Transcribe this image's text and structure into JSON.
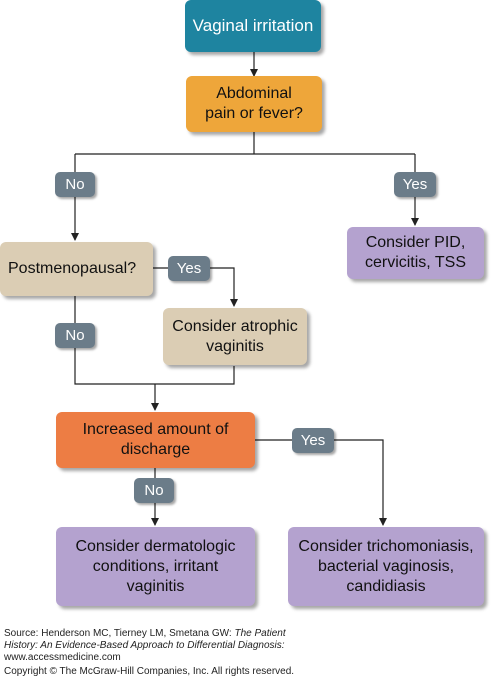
{
  "colors": {
    "start": "#1e84a0",
    "decision_orange": "#eea63a",
    "decision_tan": "#dbcdb4",
    "decision_red": "#ed7d44",
    "outcome_purple": "#b4a2cf",
    "tag_gray": "#6b7c89",
    "line": "#222222"
  },
  "nodes": {
    "vaginal_irritation": "Vaginal irritation",
    "abdominal_pain": "Abdominal pain or fever?",
    "postmenopausal": "Postmenopausal?",
    "pid": "Consider PID, cervicitis, TSS",
    "atrophic": "Consider atrophic vaginitis",
    "discharge": "Increased amount of discharge",
    "dermatologic": "Consider dermatologic conditions, irritant vaginitis",
    "trich": "Consider trichomoniasis, bacterial vaginosis, candidiasis"
  },
  "labels": {
    "no_1": "No",
    "yes_1": "Yes",
    "yes_2": "Yes",
    "no_2": "No",
    "no_3": "No",
    "yes_3": "Yes"
  },
  "footer": {
    "source_prefix": "Source: Henderson MC, Tierney LM, Smetana GW: ",
    "source_title_1": "The Patient",
    "source_title_2": "History: An Evidence-Based Approach to Differential Diagnosis:",
    "url": "www.accessmedicine.com",
    "copyright": "Copyright © The McGraw-Hill Companies, Inc. All rights reserved."
  }
}
